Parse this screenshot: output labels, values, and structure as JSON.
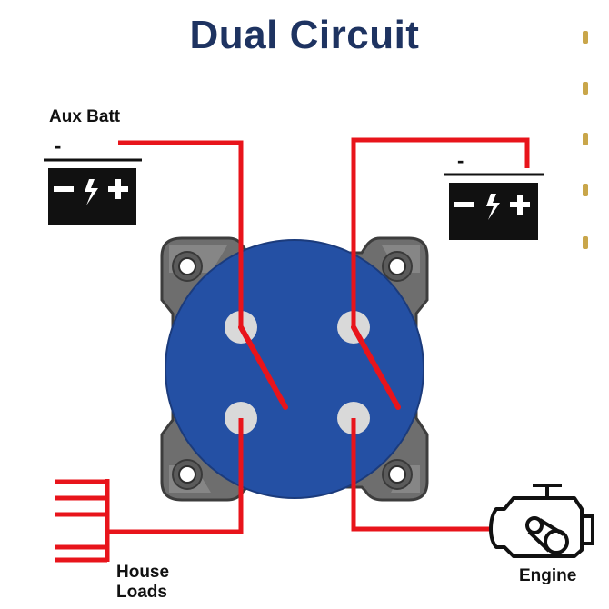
{
  "title": "Dual Circuit",
  "labels": {
    "aux_batt": "Aux Batt",
    "house_loads_line1": "House",
    "house_loads_line2": "Loads",
    "engine": "Engine"
  },
  "battery_symbols": {
    "terminal_minus": "-",
    "minus": "−",
    "plus": "+"
  },
  "colors": {
    "title": "#1e3361",
    "wire": "#e8141b",
    "switch_face": "#2450a4",
    "switch_body": "#6b6b6b",
    "battery": "#111111",
    "terminal": "#d9d9d9"
  }
}
